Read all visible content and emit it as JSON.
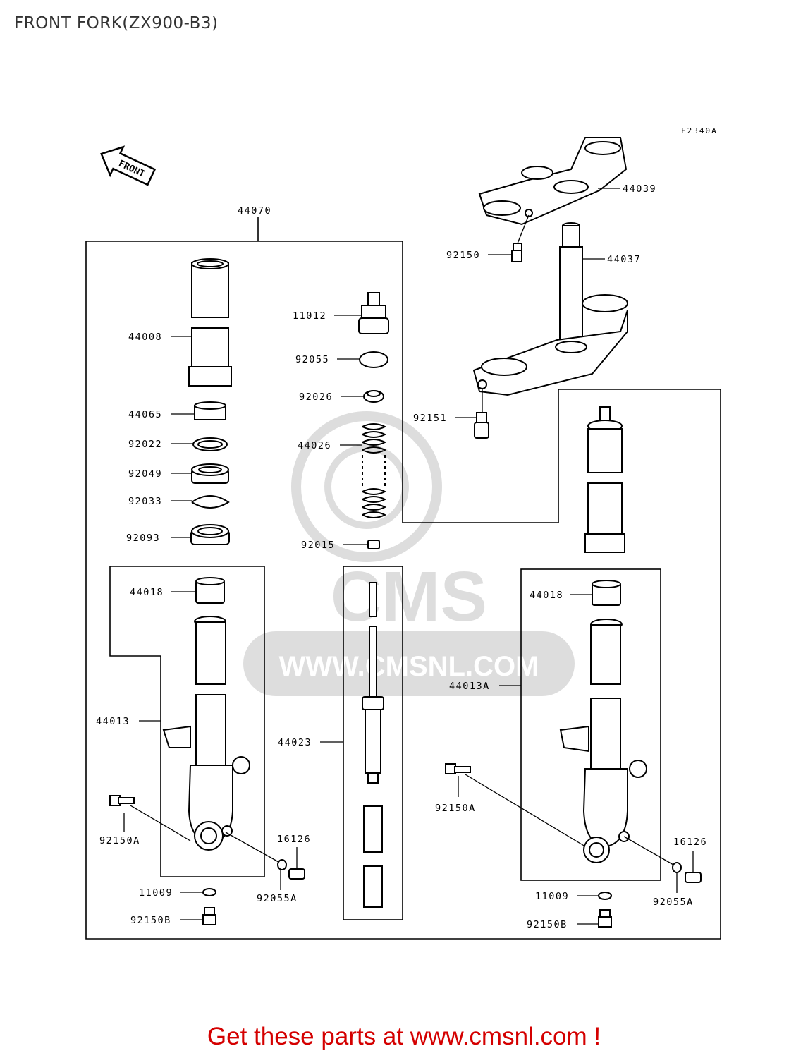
{
  "header": {
    "title": "FRONT FORK(ZX900-B3)",
    "figure_code": "F2340A"
  },
  "front_arrow": {
    "label": "FRONT"
  },
  "watermark": {
    "brand": "CMS",
    "url": "WWW.CMSNL.COM"
  },
  "part_labels": [
    {
      "id": "44070",
      "text": "44070"
    },
    {
      "id": "44008",
      "text": "44008"
    },
    {
      "id": "44065",
      "text": "44065"
    },
    {
      "id": "92022",
      "text": "92022"
    },
    {
      "id": "92049",
      "text": "92049"
    },
    {
      "id": "92033",
      "text": "92033"
    },
    {
      "id": "92093",
      "text": "92093"
    },
    {
      "id": "44018-left",
      "text": "44018"
    },
    {
      "id": "44013",
      "text": "44013"
    },
    {
      "id": "92150A-left",
      "text": "92150A"
    },
    {
      "id": "16126-left",
      "text": "16126"
    },
    {
      "id": "92055A-left",
      "text": "92055A"
    },
    {
      "id": "11009-left",
      "text": "11009"
    },
    {
      "id": "92150B-left",
      "text": "92150B"
    },
    {
      "id": "11012",
      "text": "11012"
    },
    {
      "id": "92055",
      "text": "92055"
    },
    {
      "id": "92026",
      "text": "92026"
    },
    {
      "id": "44026",
      "text": "44026"
    },
    {
      "id": "92015",
      "text": "92015"
    },
    {
      "id": "44023",
      "text": "44023"
    },
    {
      "id": "44039",
      "text": "44039"
    },
    {
      "id": "92150",
      "text": "92150"
    },
    {
      "id": "44037",
      "text": "44037"
    },
    {
      "id": "92151",
      "text": "92151"
    },
    {
      "id": "44018-right",
      "text": "44018"
    },
    {
      "id": "44013A",
      "text": "44013A"
    },
    {
      "id": "92150A-right",
      "text": "92150A"
    },
    {
      "id": "16126-right",
      "text": "16126"
    },
    {
      "id": "92055A-right",
      "text": "92055A"
    },
    {
      "id": "11009-right",
      "text": "11009"
    },
    {
      "id": "92150B-right",
      "text": "92150B"
    }
  ],
  "footer": {
    "text": "Get these parts at www.cmsnl.com !"
  }
}
